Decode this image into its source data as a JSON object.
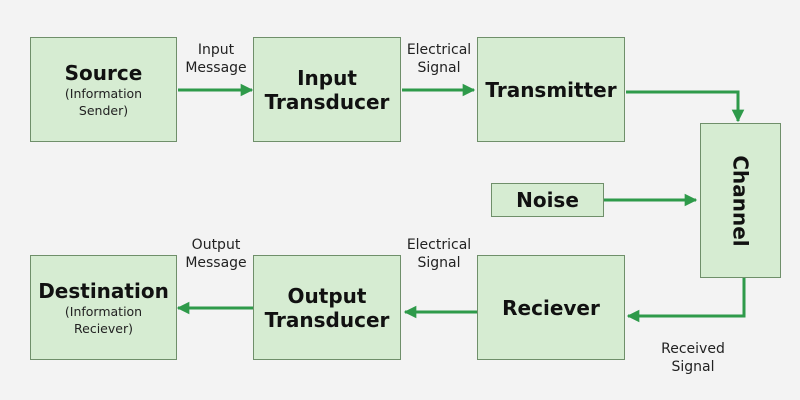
{
  "colors": {
    "box_fill": "#d6ecd2",
    "box_border": "#6f8f6a",
    "arrow": "#2e9a4a",
    "background": "#f3f3f3"
  },
  "blocks": {
    "source": {
      "title": "Source",
      "sub1": "(Information",
      "sub2": "Sender)"
    },
    "input_transducer": {
      "line1": "Input",
      "line2": "Transducer"
    },
    "transmitter": {
      "title": "Transmitter"
    },
    "channel": {
      "title": "Channel"
    },
    "noise": {
      "title": "Noise"
    },
    "receiver": {
      "title": "Reciever"
    },
    "output_transducer": {
      "line1": "Output",
      "line2": "Transducer"
    },
    "destination": {
      "title": "Destination",
      "sub1": "(Information",
      "sub2": "Reciever)"
    }
  },
  "labels": {
    "input_message": {
      "line1": "Input",
      "line2": "Message"
    },
    "electrical_signal_top": {
      "line1": "Electrical",
      "line2": "Signal"
    },
    "electrical_signal_bottom": {
      "line1": "Electrical",
      "line2": "Signal"
    },
    "output_message": {
      "line1": "Output",
      "line2": "Message"
    },
    "received_signal": {
      "line1": "Received",
      "line2": "Signal"
    }
  }
}
